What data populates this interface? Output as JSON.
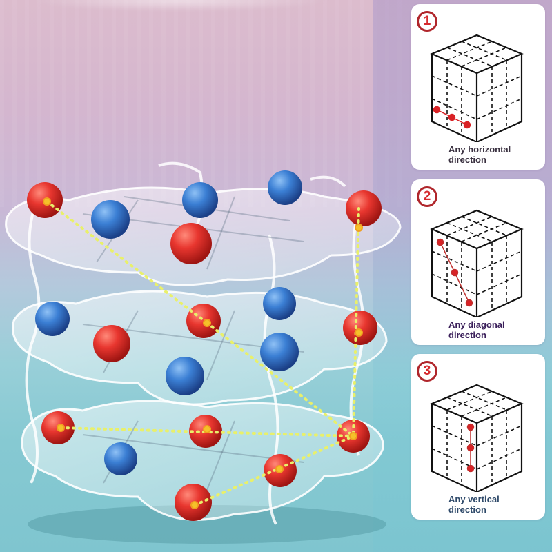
{
  "image": {
    "type": "product-infographic",
    "subject": "3D tic-tac-toe acrylic board with red and blue balls",
    "colors": {
      "red_ball": "#e0302c",
      "blue_ball": "#2f6fc4",
      "winning_line": "#e9f06a",
      "badge_ring": "#b0262b",
      "badge_number": "#d62a2e"
    }
  },
  "panels": [
    {
      "number": "1",
      "caption_line1": "Any horizontal",
      "caption_line2": "direction",
      "icon": "cube-horizontal-line-icon"
    },
    {
      "number": "2",
      "caption_line1": "Any diagonal",
      "caption_line2": "direction",
      "icon": "cube-diagonal-line-icon"
    },
    {
      "number": "3",
      "caption_line1": "Any vertical",
      "caption_line2": "direction",
      "icon": "cube-vertical-line-icon"
    }
  ]
}
